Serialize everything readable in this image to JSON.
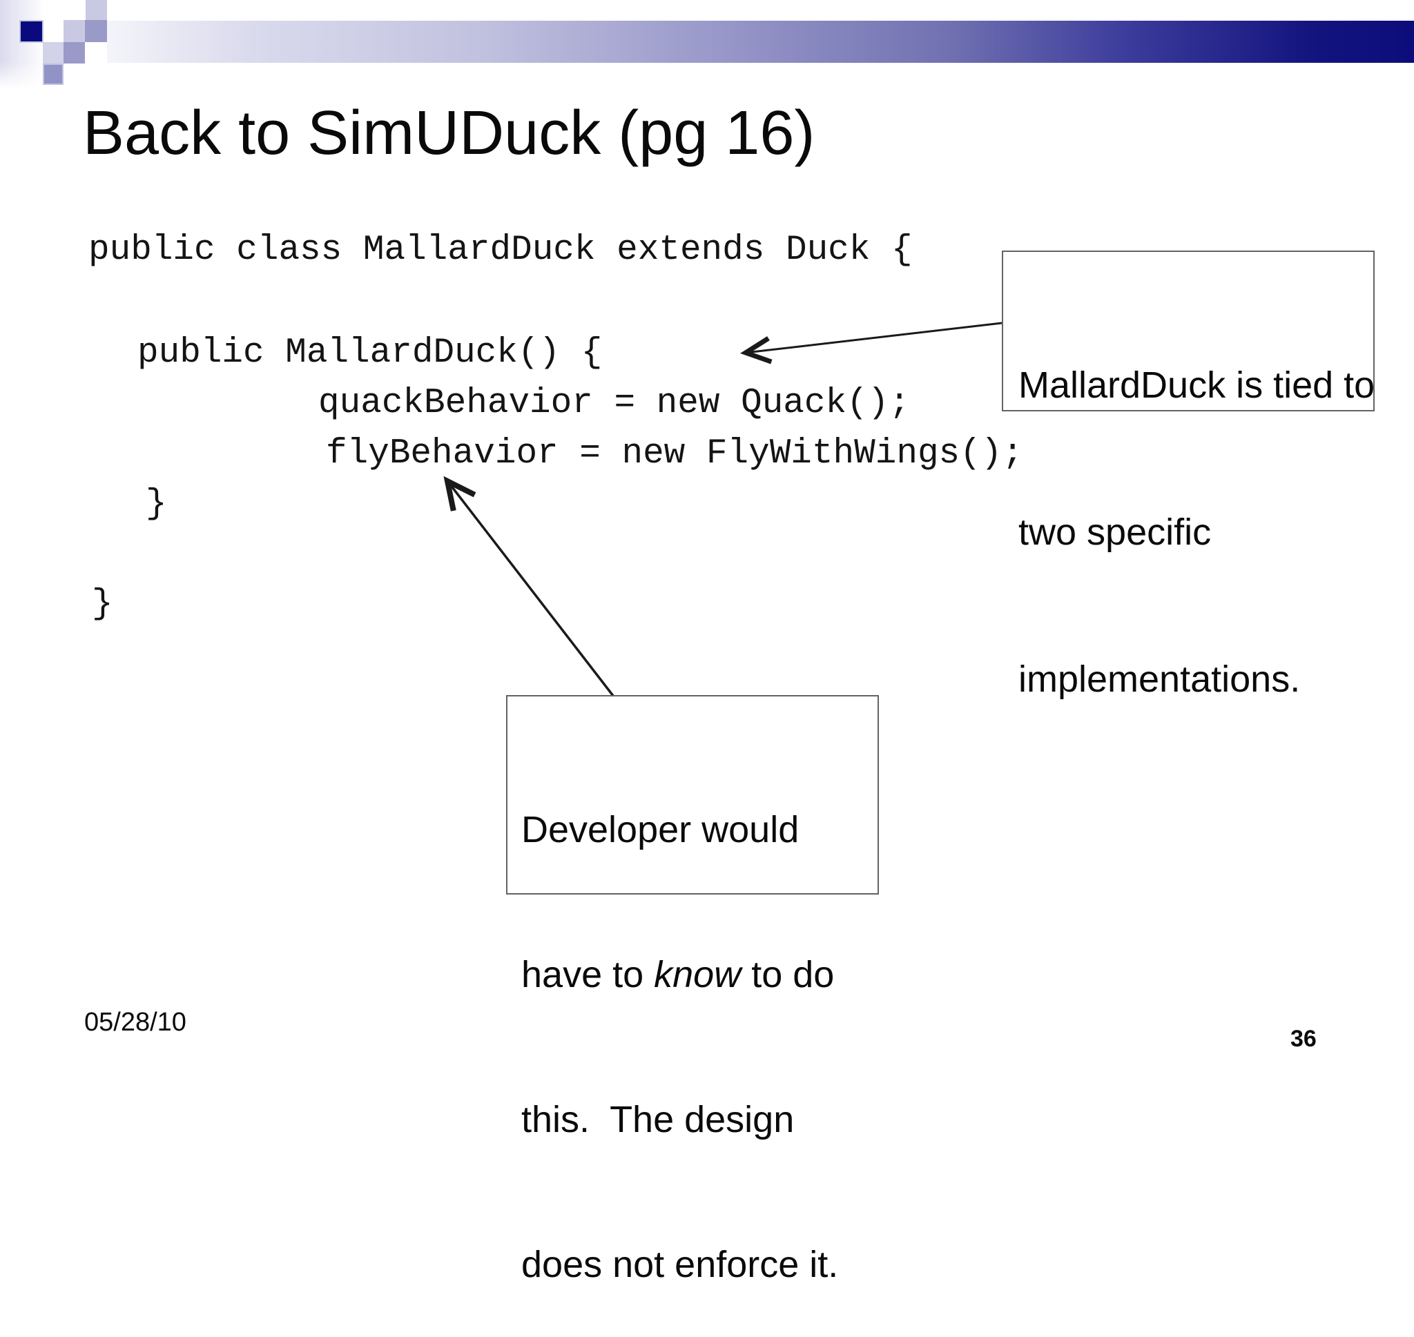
{
  "slide": {
    "title": "Back to SimUDuck (pg 16)",
    "code": {
      "line1": "public class MallardDuck extends Duck {",
      "line2": "public MallardDuck() {",
      "line3": "quackBehavior = new Quack();",
      "line4": "flyBehavior = new FlyWithWings();",
      "line5": "}",
      "line6": "}"
    },
    "callout_right": {
      "line1": "MallardDuck is tied to",
      "line2": "two specific",
      "line3": "implementations."
    },
    "callout_bottom": {
      "line1": "Developer would",
      "line2_pre": "have to ",
      "line2_italic": "know",
      "line2_post": " to do",
      "line3": "this.  The design",
      "line4": "does not enforce it."
    },
    "footer": {
      "date": "05/28/10",
      "page_number": "36"
    }
  },
  "colors": {
    "banner_dark_navy": "#0c0c7c",
    "banner_mid_purple": "#9595c8",
    "square_navy": "#0a0a7e",
    "square_light": "#c9c9e3",
    "square_medium": "#9a9ac9",
    "text": "#0a0a0a",
    "box_border": "#636363",
    "arrow": "#1a1a1a"
  }
}
